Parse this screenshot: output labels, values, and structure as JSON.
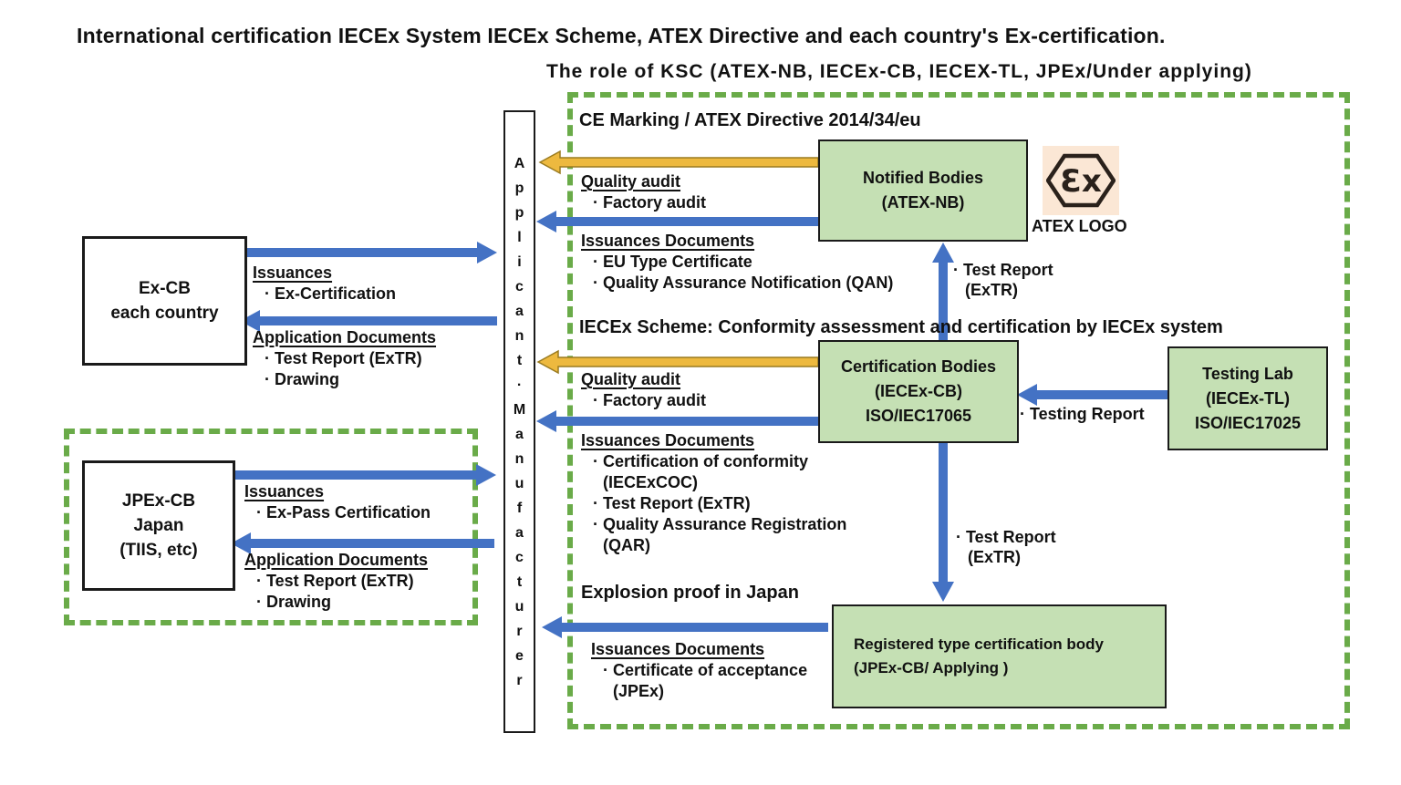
{
  "palette": {
    "green_box_fill": "#c5e0b4",
    "box_border": "#1a1a1a",
    "dashed_border_green": "#6aab49",
    "arrow_blue": "#4472c4",
    "arrow_yellow": "#edb93f",
    "atex_logo_bg": "#fbe7d5",
    "text": "#111111"
  },
  "title": "International certification IECEx System IECEx Scheme, ATEX Directive and each country's Ex-certification.",
  "subtitle": "The role of KSC (ATEX-NB, IECEx-CB, IECEX-TL, JPEx/Under applying)",
  "applicant_box": {
    "label": "Applicant·Manufacturer"
  },
  "atex_logo": {
    "symbol": "Ɛx",
    "caption": "ATEX LOGO"
  },
  "boxes": {
    "ex_cb": {
      "lines": [
        "Ex-CB",
        "each country"
      ]
    },
    "jpex_cb": {
      "lines": [
        "JPEx-CB",
        "Japan",
        "(TIIS, etc)"
      ]
    },
    "notified_bodies": {
      "lines": [
        "Notified Bodies",
        "(ATEX-NB)"
      ]
    },
    "certification_bodies": {
      "lines": [
        "Certification Bodies",
        "(IECEx-CB)",
        "ISO/IEC17065"
      ]
    },
    "testing_lab": {
      "lines": [
        "Testing Lab",
        "(IECEx-TL)",
        "ISO/IEC17025"
      ]
    },
    "registered_body": {
      "lines": [
        "Registered type certification body",
        "(JPEx-CB/ Applying )"
      ]
    }
  },
  "sections": {
    "ce": {
      "heading": "CE Marking / ATEX Directive 2014/34/eu",
      "quality_audit": {
        "heading": "Quality audit",
        "items": [
          "· Factory audit"
        ]
      },
      "issuances": {
        "heading": "Issuances Documents",
        "items": [
          "· EU Type Certificate",
          "· Quality Assurance Notification  (QAN)"
        ]
      },
      "test_report_up": {
        "items": [
          "· Test Report",
          "(ExTR)"
        ]
      }
    },
    "iecex": {
      "heading": "IECEx Scheme: Conformity assessment and certification by IECEx system",
      "quality_audit": {
        "heading": "Quality audit",
        "items": [
          "· Factory audit"
        ]
      },
      "issuances": {
        "heading": "Issuances Documents",
        "items": [
          "· Certification of conformity",
          "(IECExCOC)",
          "· Test Report  (ExTR)",
          "· Quality Assurance Registration",
          "(QAR)"
        ]
      },
      "testing_report": {
        "items": [
          "· Testing Report"
        ]
      },
      "test_report_down": {
        "items": [
          "· Test Report",
          "(ExTR)"
        ]
      }
    },
    "japan": {
      "heading": "Explosion proof in Japan",
      "issuances": {
        "heading": "Issuances Documents",
        "items": [
          "· Certificate of acceptance",
          "(JPEx)"
        ]
      }
    },
    "ex_cb_left": {
      "issuances": {
        "heading": "Issuances",
        "items": [
          "· Ex-Certification"
        ]
      },
      "application": {
        "heading": "Application Documents",
        "items": [
          "· Test Report  (ExTR)",
          "· Drawing"
        ]
      }
    },
    "jpex_left": {
      "issuances": {
        "heading": "Issuances",
        "items": [
          "· Ex-Pass Certification"
        ]
      },
      "application": {
        "heading": "Application Documents",
        "items": [
          "· Test Report  (ExTR)",
          "· Drawing"
        ]
      }
    }
  }
}
